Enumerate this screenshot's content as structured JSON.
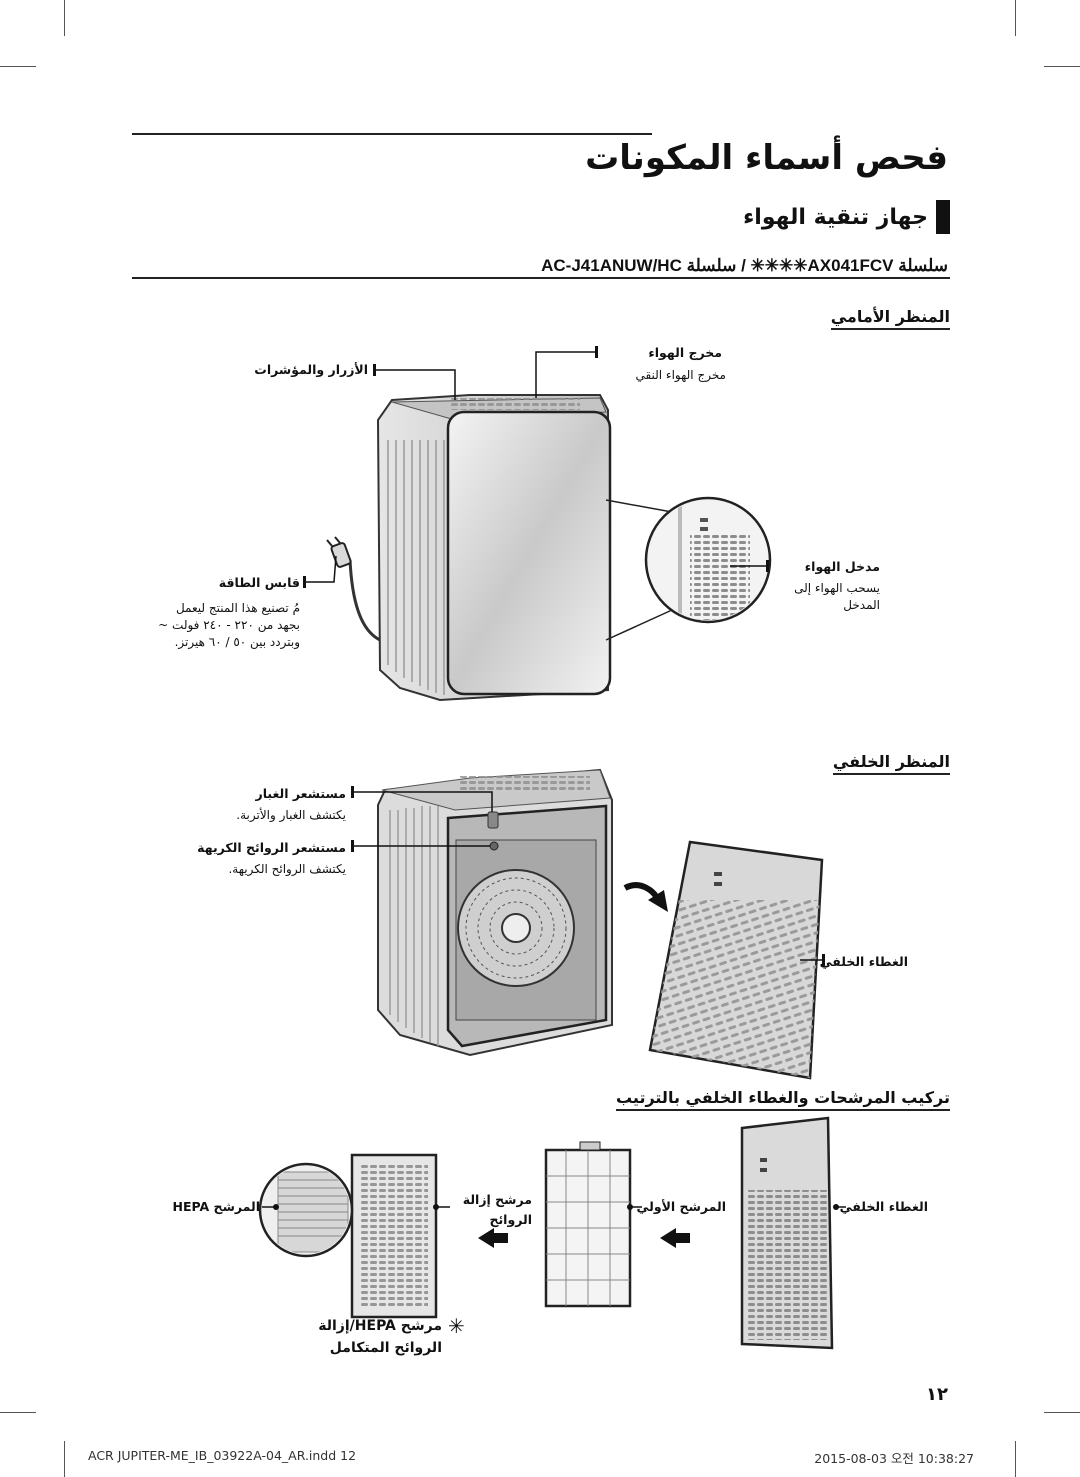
{
  "page_title": "فحص أسماء المكونات",
  "section_title": "جهاز تنقية الهواء",
  "model_line": "سلسلة AX041FCV✳✳✳✳ / سلسلة AC-J41ANUW/HC",
  "front_view": {
    "heading": "المنظر الأمامي",
    "buttons_label": "الأزرار والمؤشرات",
    "air_outlet": {
      "title": "مخرج الهواء",
      "desc": "مخرج الهواء النقي"
    },
    "air_inlet": {
      "title": "مدخل الهواء",
      "desc": [
        "يسحب الهواء إلى",
        "المدخل"
      ]
    },
    "power_plug": {
      "title": "قابس الطاقة",
      "desc": [
        "مُ تصنيع هذا المنتج ليعمل",
        "بجهد من ٢٢٠ - ٢٤٠ فولت ~",
        "وبتردد بين ٥٠ / ٦٠ هيرتز."
      ]
    }
  },
  "rear_view": {
    "heading": "المنظر الخلفي",
    "dust_sensor": {
      "title": "مستشعر الغبار",
      "desc": "يكتشف الغبار والأتربة."
    },
    "odor_sensor": {
      "title": "مستشعر الروائح الكريهة",
      "desc": "يكتشف الروائح الكريهة."
    },
    "rear_cover": "الغطاء الخلفي"
  },
  "assembly": {
    "heading": "تركيب المرشحات والغطاء الخلفي بالترتيب",
    "rear_cover": "الغطاء الخلفي",
    "pre_filter": "المرشح الأولي",
    "deodorizing_filter": [
      "مرشح إزالة",
      "الروائح"
    ],
    "hepa_filter": "المرشح HEPA",
    "note_symbol": "✳",
    "note": [
      "مرشح HEPA/إزالة",
      "الروائح المتكامل"
    ]
  },
  "page_number": "١٢",
  "footer": {
    "file": "ACR JUPITER-ME_IB_03922A-04_AR.indd   12",
    "date": "2015-08-03   오전 10:38:27"
  }
}
